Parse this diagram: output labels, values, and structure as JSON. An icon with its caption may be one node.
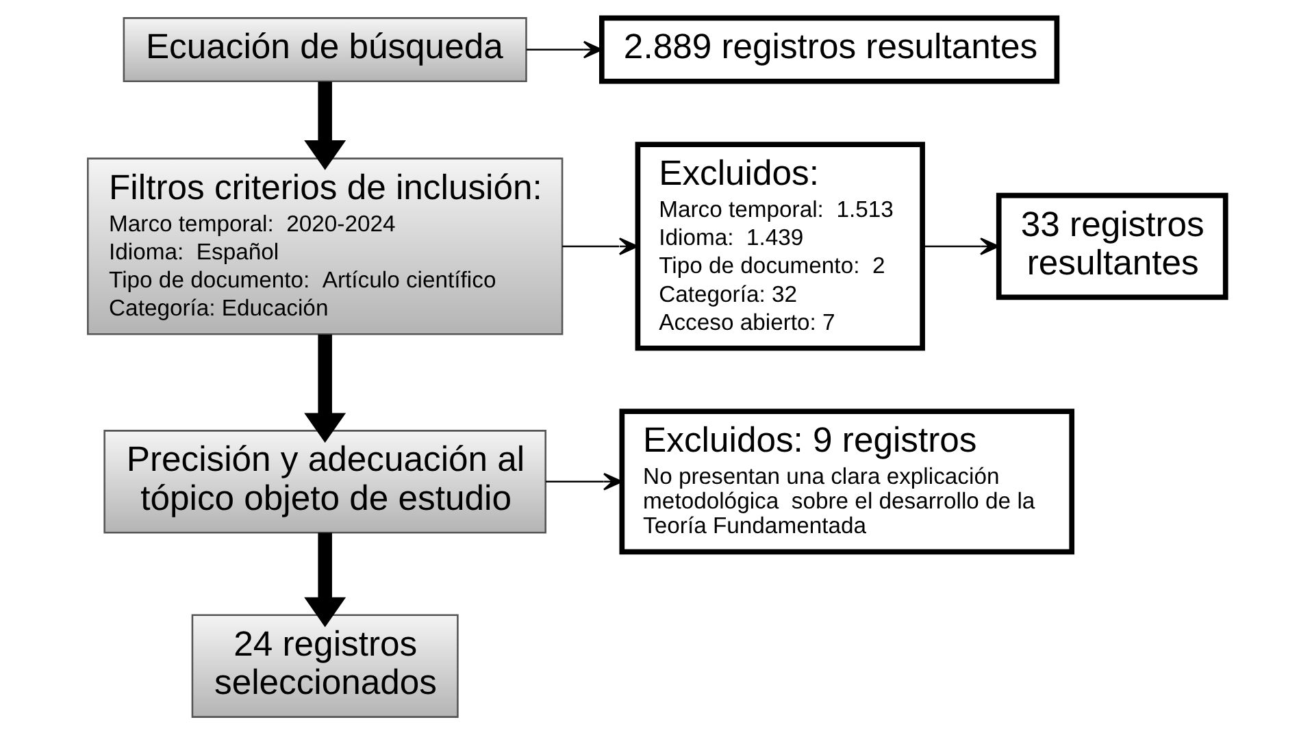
{
  "diagram": {
    "nodes": [
      {
        "text": [
          "Ecuación de búsqueda"
        ]
      },
      {
        "text": [
          "2.889 registros resultantes"
        ]
      },
      {
        "text": [
          "Filtros criterios de inclusión:",
          "Marco temporal:  2020-2024",
          "Idioma:  Español",
          "Tipo de documento:  Artículo científico",
          "Categoría: Educación"
        ]
      },
      {
        "text": [
          "Excluidos:",
          "Marco temporal:  1.513",
          "Idioma:  1.439",
          "Tipo de documento:  2",
          "Categoría: 32",
          "Acceso abierto: 7"
        ]
      },
      {
        "text": [
          "33 registros resultantes"
        ]
      },
      {
        "text": [
          "Precisión y adecuación al tópico objeto de estudio"
        ]
      },
      {
        "text": [
          "Excluidos: 9 registros",
          "No presentan una clara explicación metodológica  sobre el desarrollo de la Teoría Fundamentada"
        ]
      },
      {
        "text": [
          "24 registros seleccionados"
        ]
      }
    ],
    "edges": [
      {
        "from": 0,
        "to": 1,
        "arrow": "to"
      },
      {
        "from": 0,
        "to": 2,
        "arrow": "to",
        "style": "thick"
      },
      {
        "from": 2,
        "to": 3,
        "arrow": "to"
      },
      {
        "from": 3,
        "to": 4,
        "arrow": "to"
      },
      {
        "from": 2,
        "to": 5,
        "arrow": "to",
        "style": "thick"
      },
      {
        "from": 5,
        "to": 6,
        "arrow": "to"
      },
      {
        "from": 5,
        "to": 7,
        "arrow": "to",
        "style": "thick"
      }
    ]
  }
}
